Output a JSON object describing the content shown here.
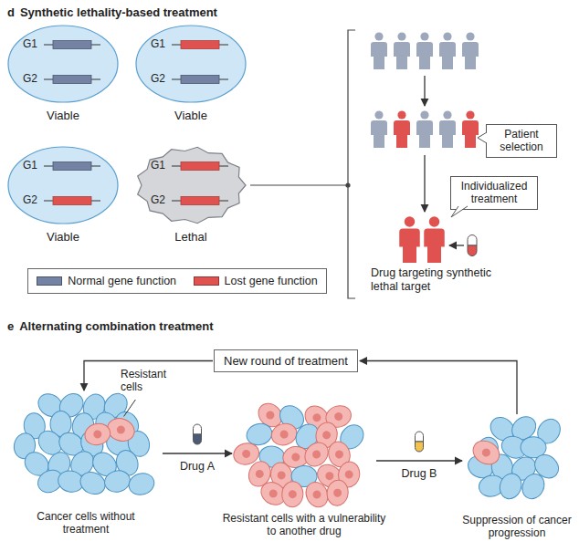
{
  "diagram": {
    "nodes": [
      {
        "text": [
          "G1",
          "G2",
          "Viable"
        ]
      },
      {
        "text": [
          "G1",
          "G2",
          "Viable"
        ]
      },
      {
        "text": [
          "G1",
          "G2",
          "Viable"
        ]
      },
      {
        "text": [
          "G1",
          "G2",
          "Lethal"
        ]
      },
      {
        "text": [
          "Patient selection"
        ]
      },
      {
        "text": [
          "Individualized treatment"
        ]
      },
      {
        "text": [
          "New round of treatment"
        ]
      },
      {
        "text": [
          "Resistant cells",
          "Cancer cells without treatment"
        ]
      },
      {
        "text": [
          "Resistant cells with a vulnerability to another drug"
        ]
      },
      {
        "text": [
          "Suppression of cancer progression"
        ]
      }
    ],
    "edges": [
      {
        "from": 7,
        "to": 8,
        "label": "Drug A",
        "arrow": "to"
      },
      {
        "from": 8,
        "to": 9,
        "label": "Drug B",
        "arrow": "to"
      },
      {
        "from": 9,
        "to": 6,
        "arrow": "to"
      },
      {
        "from": 6,
        "to": 7,
        "arrow": "to"
      }
    ],
    "labels": [
      "d",
      "Synthetic lethality-based treatment",
      "Drug targeting synthetic lethal target",
      "e",
      "Alternating combination treatment"
    ],
    "legend": [
      {
        "text": "Normal gene function",
        "color": "#7483a3"
      },
      {
        "text": "Lost gene function",
        "color": "#e0524f"
      }
    ]
  }
}
